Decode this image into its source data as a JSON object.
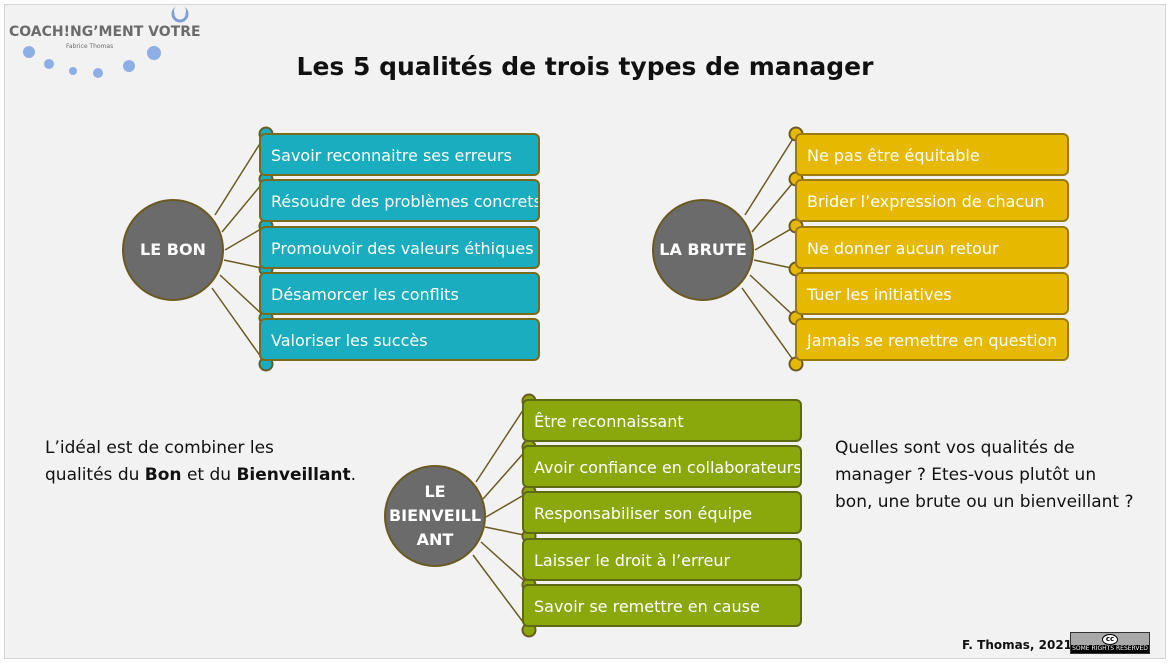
{
  "logo": {
    "name": "COACH!NG’MENT VOTRE",
    "subtitle": "Fabrice Thomas"
  },
  "title": "Les 5 qualités de trois types de manager",
  "groups": {
    "bon": {
      "label": "LE BON",
      "color": "#1aacbf",
      "items": [
        "Savoir reconnaitre ses erreurs",
        "Résoudre des problèmes concrets",
        "Promouvoir des valeurs éthiques",
        "Désamorcer les conflits",
        "Valoriser les succès"
      ]
    },
    "brute": {
      "label": "LA BRUTE",
      "color": "#e6b800",
      "items": [
        "Ne pas être équitable",
        "Brider l’expression de chacun",
        "Ne donner aucun retour",
        "Tuer les initiatives",
        "Jamais se remettre en question"
      ]
    },
    "bienveillant": {
      "label_lines": [
        "LE",
        "BIENVEILL",
        "ANT"
      ],
      "color": "#8aa80c",
      "items": [
        "Être reconnaissant",
        "Avoir confiance en collaborateurs",
        "Responsabiliser son équipe",
        "Laisser le droit à l’erreur",
        "Savoir se remettre en cause"
      ]
    }
  },
  "left_note": {
    "line1": "L’idéal est de combiner les",
    "line2_pre": "qualités du ",
    "bold1": "Bon",
    "mid": " et du ",
    "bold2": "Bienveillant",
    "end": "."
  },
  "right_note": {
    "line1": "Quelles sont vos qualités de",
    "line2": "manager ? Etes-vous plutôt un",
    "line3": "bon, une brute ou un bienveillant ?"
  },
  "credit": "F. Thomas, 2021",
  "license": {
    "symbol": "cc",
    "text": "SOME RIGHTS RESERVED"
  }
}
